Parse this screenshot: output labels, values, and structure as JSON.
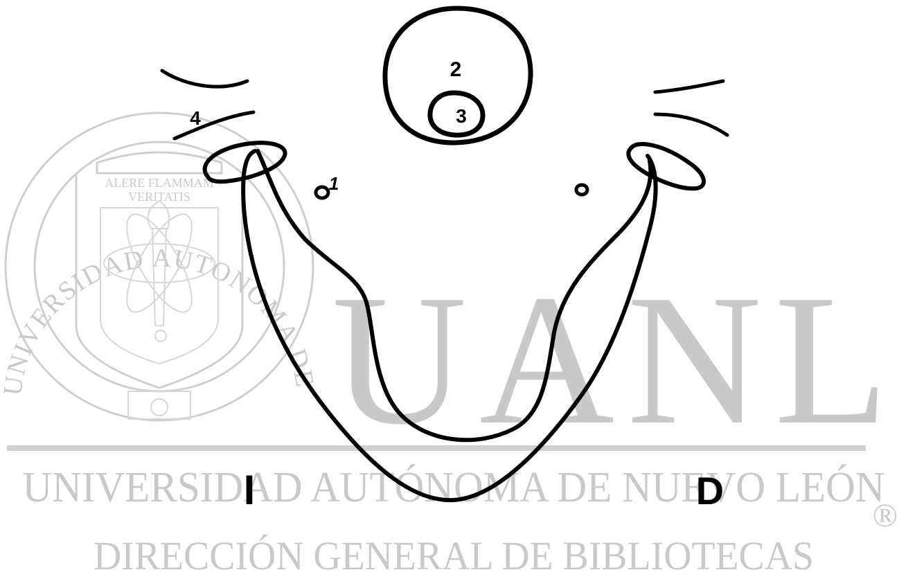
{
  "watermark": {
    "big_letters": "UANL",
    "university_line": "UNIVERSIDAD AUTÓNOMA DE NUEVO LEÓN",
    "library_line": "DIRECCIÓN GENERAL DE BIBLIOTECAS",
    "registered_mark": "®",
    "seal_ring_text": "UNIVERSIDAD AUTONOMA DE NUEVO LEON",
    "seal_motto_line1": "ALERE FLAMMAM",
    "seal_motto_line2": "VERITATIS",
    "color": "#c9c9c9"
  },
  "diagram": {
    "label_1": "1",
    "label_2": "2",
    "label_3": "3",
    "label_4": "4",
    "side_left": "I",
    "side_right": "D",
    "stroke_color": "#000000"
  }
}
